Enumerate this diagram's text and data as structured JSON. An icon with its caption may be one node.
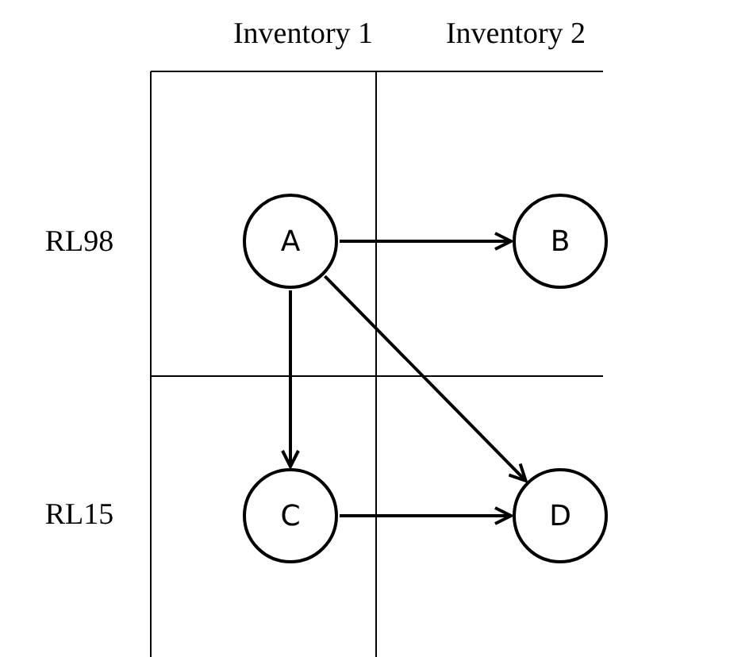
{
  "diagram": {
    "nodes": [
      {
        "text": [
          "A"
        ]
      },
      {
        "text": [
          "B"
        ]
      },
      {
        "text": [
          "C"
        ]
      },
      {
        "text": [
          "D"
        ]
      }
    ],
    "edges": [
      {
        "from": 0,
        "to": 1,
        "arrow": "to"
      },
      {
        "from": 0,
        "to": 2,
        "arrow": "to"
      },
      {
        "from": 0,
        "to": 3,
        "arrow": "to"
      },
      {
        "from": 2,
        "to": 3,
        "arrow": "to"
      }
    ],
    "labels": [
      "Inventory 1",
      "Inventory 2",
      "RL98",
      "RL15"
    ]
  }
}
